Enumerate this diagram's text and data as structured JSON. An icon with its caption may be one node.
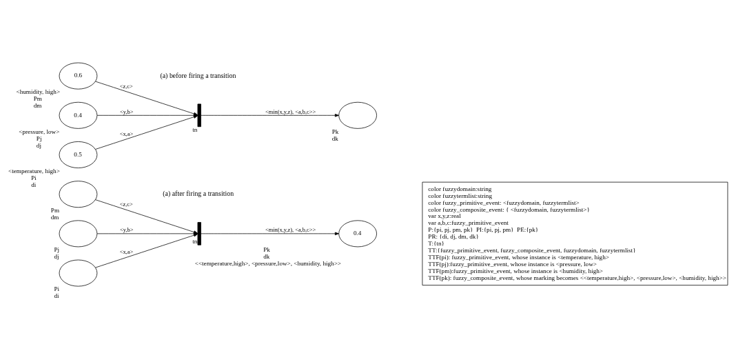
{
  "diagram": {
    "nodes": [
      {
        "text": [
          "0.5"
        ],
        "beside": [
          "<temperature, high>",
          "Pi",
          "di"
        ]
      },
      {
        "text": [
          "0.4"
        ],
        "beside": [
          "<pressure, low>",
          "Pj",
          "dj"
        ]
      },
      {
        "text": [
          "0.6"
        ],
        "beside": [
          "<humidity, high>",
          "Pm",
          "dm"
        ]
      },
      {
        "text": [],
        "shape": "bar",
        "beside": [
          "tn"
        ]
      },
      {
        "text": [],
        "shape": "circle",
        "beside": [
          "Pk",
          "dk"
        ]
      },
      {
        "text": [],
        "shape": "circle",
        "beside": [
          "Pi",
          "di"
        ]
      },
      {
        "text": [],
        "shape": "circle",
        "beside": [
          "Pj",
          "dj"
        ]
      },
      {
        "text": [],
        "shape": "circle",
        "beside": [
          "Pm",
          "dm"
        ]
      },
      {
        "text": [],
        "shape": "bar",
        "beside": [
          "tn"
        ]
      },
      {
        "text": [
          "0.4"
        ],
        "beside": [
          "Pk",
          "dk",
          "<<temperature,high>, <pressure,low>, <humidity, high>>"
        ]
      },
      {
        "text": [
          "color fuzzydomain:string",
          "color fuzzytermlist:string",
          "color fuzzy_primitive_event: <fuzzydomain, fuzzytermlist>",
          "color fuzzy_composite_event: { <fuzzydomain, fuzzytermlist>}",
          "var x,y,z:real",
          "var a,b,c:fuzzy_primitive_event",
          "P:{pi, pj, pm, pk}  PI:{pi, pj, pm}  PE:{pk}",
          "PR: {di, dj, dm, dk}",
          "T:{tn}",
          "TT:{fuzzy_primitive_event, fuzzy_composite_event, fuzzydomain, fuzzytermlist}",
          "TTF(pi): fuzzy_primitive_event, whose instance is <temperature, high>",
          "TTF(pj):fuzzy_primitive_event, whose instance is <pressure, low>",
          "TTF(pm):fuzzy_primitive_event, whose instance is <humidity, high>",
          "TTF(pk): fuzzy_composite_event, whose marking becomes <<temperature,high>, <pressure,low>, <humidity, high>>"
        ]
      }
    ],
    "edges": [
      {
        "from": 0,
        "to": 3,
        "arrow": "to",
        "label": "<x,a>"
      },
      {
        "from": 1,
        "to": 3,
        "arrow": "to",
        "label": "<y,b>"
      },
      {
        "from": 2,
        "to": 3,
        "arrow": "to",
        "label": "<z,c>"
      },
      {
        "from": 3,
        "to": 4,
        "arrow": "to",
        "label": "<min(x,y,z), <a,b,c>>"
      },
      {
        "from": 5,
        "to": 8,
        "arrow": "to",
        "label": "<x,a>"
      },
      {
        "from": 6,
        "to": 8,
        "arrow": "to",
        "label": "<y,b>"
      },
      {
        "from": 7,
        "to": 8,
        "arrow": "to",
        "label": "<z,c>"
      },
      {
        "from": 8,
        "to": 9,
        "arrow": "to",
        "label": "<min(x,y,z), <a,b,c>>"
      }
    ],
    "labels": [
      "(a) before firing a transition",
      "(a) after firing a transition"
    ]
  }
}
